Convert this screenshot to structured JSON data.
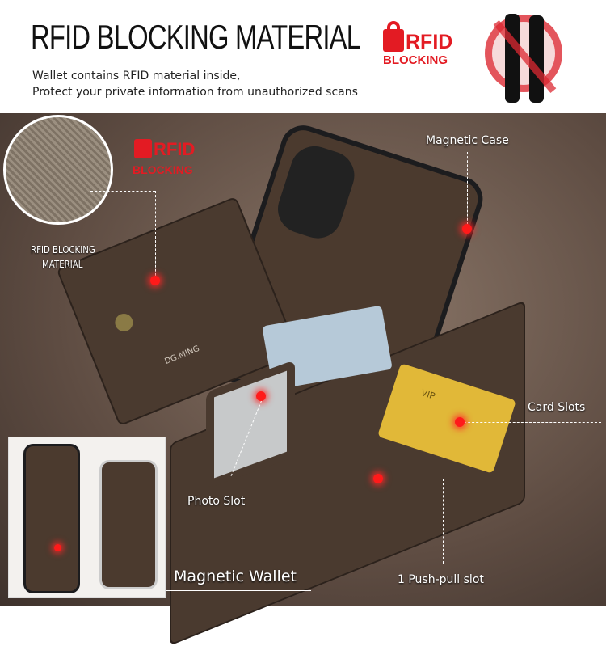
{
  "header": {
    "title": "RFID BLOCKING MATERIAL",
    "subtitle_line1": "Wallet contains RFID material inside,",
    "subtitle_line2": "Protect your private information from unauthorized scans",
    "badge_word": "RFID",
    "badge_sub": "BLOCKING",
    "no_scan_icon": "no-pickpocket-icon"
  },
  "photo": {
    "badge_word": "RFID",
    "badge_sub": "BLOCKING",
    "texture_label_line1": "RFID BLOCKING",
    "texture_label_line2": "MATERIAL",
    "callouts": {
      "magnetic_case": "Magnetic Case",
      "card_slots": "Card Slots",
      "photo_slot": "Photo Slot",
      "push_pull": "1 Push-pull slot",
      "magnetic_wallet": "Magnetic Wallet"
    },
    "brand_mark": "DG.MING",
    "card_vip": "VIP",
    "accent": "#e31b23",
    "leather": "#4a3a2f"
  }
}
